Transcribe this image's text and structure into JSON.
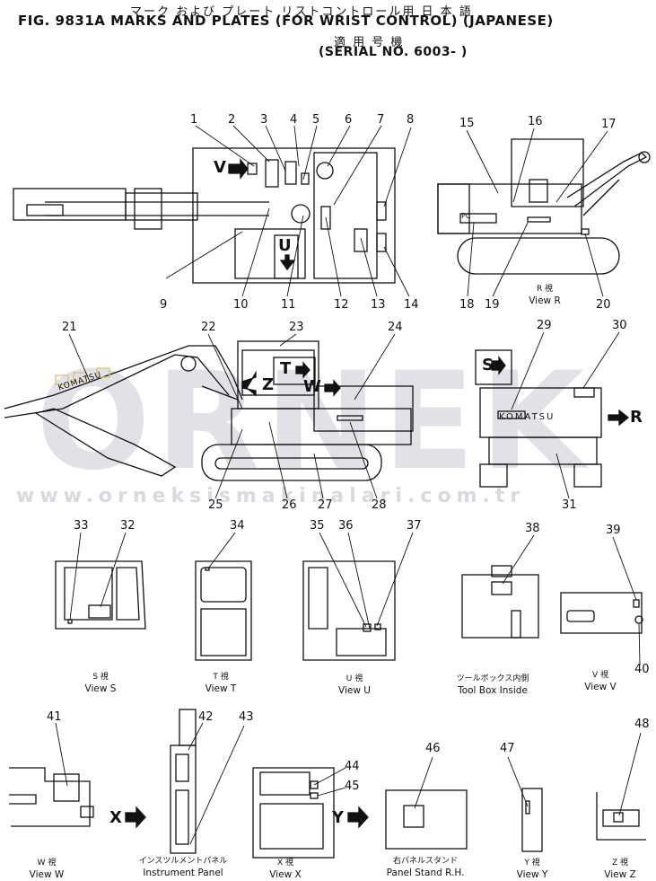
{
  "header": {
    "jp_line1": "マーク および プレート リストコントロール用 日 本 語",
    "fig_line": "FIG. 9831A  MARKS AND PLATES (FOR WRIST CONTROL) (JAPANESE)",
    "jp_line2": "適 用 号 機",
    "serial": "(SERIAL NO. 6003- )"
  },
  "watermark": {
    "brand": "ORNEK",
    "url": "www.orneksismakinalari.com.tr"
  },
  "callouts": [
    "1",
    "2",
    "3",
    "4",
    "5",
    "6",
    "7",
    "8",
    "9",
    "10",
    "11",
    "12",
    "13",
    "14",
    "15",
    "16",
    "17",
    "18",
    "19",
    "20",
    "21",
    "22",
    "23",
    "24",
    "25",
    "26",
    "27",
    "28",
    "29",
    "30",
    "31",
    "32",
    "33",
    "34",
    "35",
    "36",
    "37",
    "38",
    "39",
    "40",
    "41",
    "42",
    "43",
    "44",
    "45",
    "46",
    "47",
    "48"
  ],
  "view_letters": {
    "V": "V",
    "U": "U",
    "T": "T",
    "W": "W",
    "Z": "Z",
    "S": "S",
    "R": "R",
    "X": "X",
    "Y": "Y"
  },
  "machine_text": {
    "komatsu": "KOMATSU",
    "pc": "PC"
  },
  "captions": {
    "view_r": {
      "jp": "R 視",
      "en": "View R"
    },
    "view_s": {
      "jp": "S 視",
      "en": "View S"
    },
    "view_t": {
      "jp": "T 視",
      "en": "View T"
    },
    "view_u": {
      "jp": "U 視",
      "en": "View U"
    },
    "toolbox": {
      "jp": "ツールボックス内側",
      "en": "Tool Box Inside"
    },
    "view_v": {
      "jp": "V 視",
      "en": "View V"
    },
    "view_w": {
      "jp": "W 視",
      "en": "View W"
    },
    "instrument": {
      "jp": "インスツルメントパネル",
      "en": "Instrument Panel"
    },
    "view_x": {
      "jp": "X 視",
      "en": "View X"
    },
    "panel_stand": {
      "jp": "右パネルスタンド",
      "en": "Panel Stand R.H."
    },
    "view_y": {
      "jp": "Y 視",
      "en": "View Y"
    },
    "view_z": {
      "jp": "Z 視",
      "en": "View Z"
    }
  }
}
